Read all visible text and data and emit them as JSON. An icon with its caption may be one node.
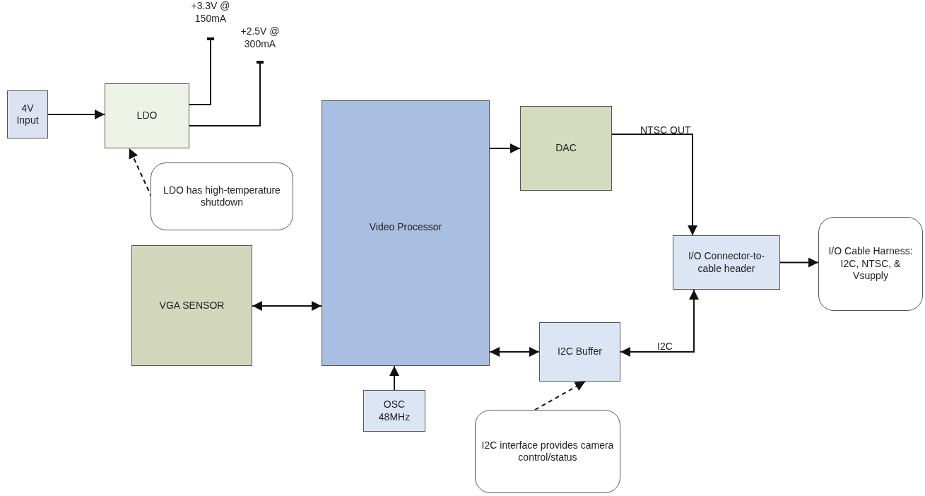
{
  "diagram": {
    "nodes": [
      {
        "text": [
          "4V Input"
        ]
      },
      {
        "text": [
          "LDO"
        ]
      },
      {
        "text": [
          "+3.3V @ 150mA"
        ]
      },
      {
        "text": [
          "+2.5V @ 300mA"
        ]
      },
      {
        "text": [
          "LDO has high-temperature shutdown"
        ]
      },
      {
        "text": [
          "Video Processor"
        ]
      },
      {
        "text": [
          "DAC"
        ]
      },
      {
        "text": [
          "VGA SENSOR"
        ]
      },
      {
        "text": [
          "I/O Connector-to-cable header"
        ]
      },
      {
        "text": [
          "I/O Cable Harness: I2C, NTSC, & Vsupply"
        ]
      },
      {
        "text": [
          "I2C Buffer"
        ]
      },
      {
        "text": [
          "OSC 48MHz"
        ]
      },
      {
        "text": [
          "I2C interface provides camera control/status"
        ]
      }
    ],
    "edges": [
      {
        "from": 0,
        "to": 1,
        "arrow": "to"
      },
      {
        "from": 1,
        "to": 2,
        "arrow": "other"
      },
      {
        "from": 1,
        "to": 3,
        "arrow": "other"
      },
      {
        "from": 4,
        "to": 1,
        "arrow": "to",
        "style": "dashed"
      },
      {
        "from": 5,
        "to": 6,
        "arrow": "to"
      },
      {
        "from": 6,
        "to": 8,
        "arrow": "to",
        "label": "NTSC OUT"
      },
      {
        "from": 8,
        "to": 9,
        "arrow": "to"
      },
      {
        "from": 7,
        "to": 5,
        "arrow": "both"
      },
      {
        "from": 5,
        "to": 10,
        "arrow": "both"
      },
      {
        "from": 10,
        "to": 8,
        "arrow": "both",
        "label": "I2C"
      },
      {
        "from": 11,
        "to": 5,
        "arrow": "to"
      },
      {
        "from": 12,
        "to": 10,
        "arrow": "to",
        "style": "dashed"
      }
    ]
  }
}
